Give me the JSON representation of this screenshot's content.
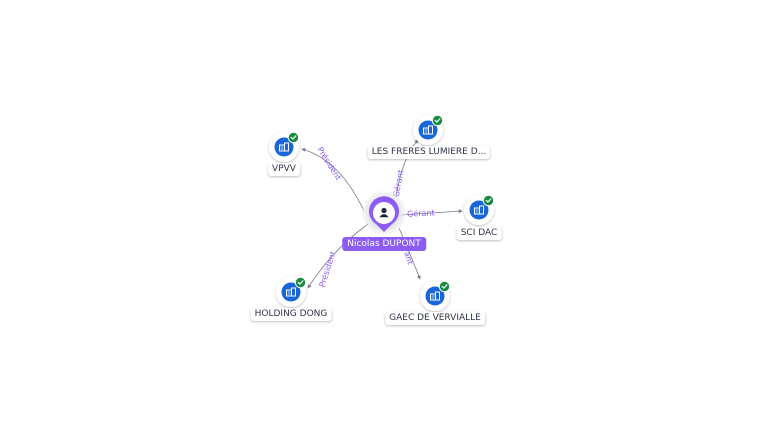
{
  "colors": {
    "company": "#1866d9",
    "badge": "#168a3e",
    "person": "#8b5cf6",
    "edge": "#7a7a8c",
    "edge_label": "#8b5cf6",
    "label_text": "#2f3447"
  },
  "center": {
    "label": "Nicolas DUPONT",
    "icon": "user-icon"
  },
  "companies": [
    {
      "id": "vpvv",
      "label": "VPVV",
      "relation": "Président",
      "icon": "building-icon",
      "verified": true
    },
    {
      "id": "freres",
      "label": "LES FRERES LUMIERE D...",
      "relation": "Gérant",
      "icon": "building-icon",
      "verified": true
    },
    {
      "id": "scidac",
      "label": "SCI DAC",
      "relation": "Gérant",
      "icon": "building-icon",
      "verified": true
    },
    {
      "id": "gaec",
      "label": "GAEC DE VERVIALLE",
      "relation": "Gérant",
      "icon": "building-icon",
      "verified": true
    },
    {
      "id": "holding",
      "label": "HOLDING DONG",
      "relation": "Président",
      "icon": "building-icon",
      "verified": true
    }
  ]
}
